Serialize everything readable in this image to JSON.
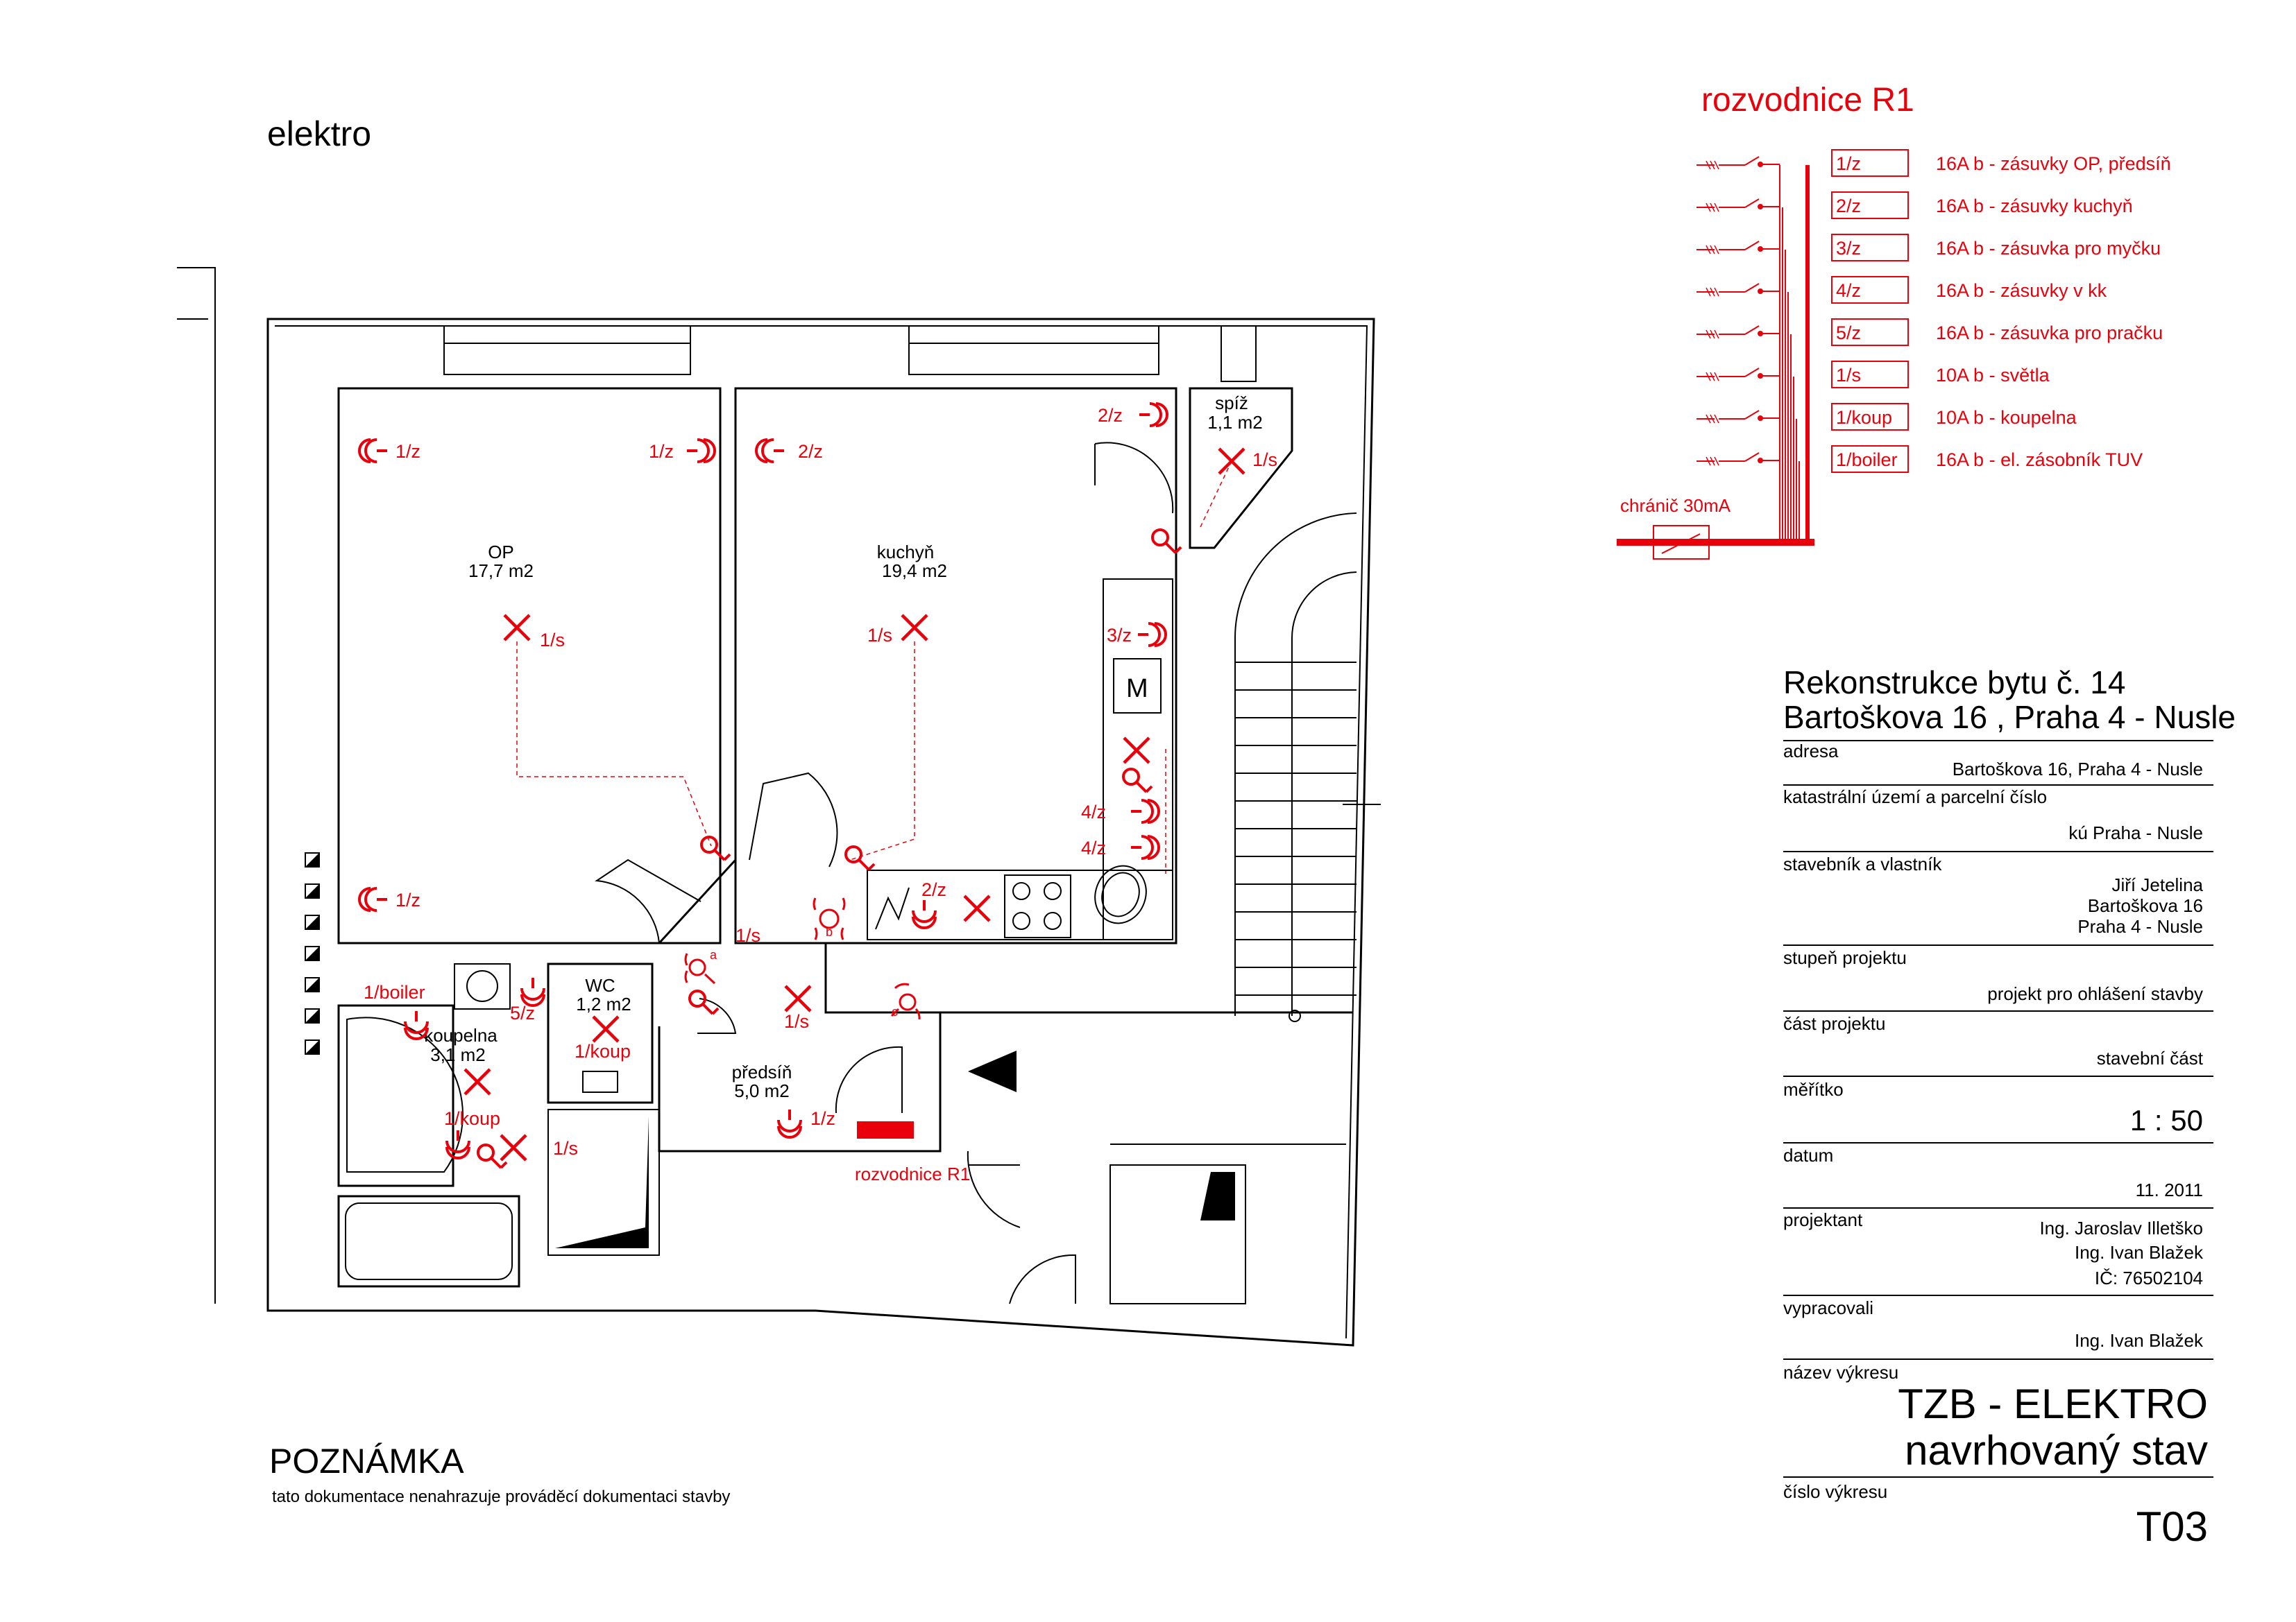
{
  "sheet_title": "elektro",
  "colors": {
    "ink": "#000000",
    "electro": "#e8000b"
  },
  "panel": {
    "title": "rozvodnice R1",
    "circuits": [
      {
        "code": "1/z",
        "desc": "16A b - zásuvky OP, předsíň"
      },
      {
        "code": "2/z",
        "desc": "16A b - zásuvky kuchyň"
      },
      {
        "code": "3/z",
        "desc": "16A b - zásuvka pro myčku"
      },
      {
        "code": "4/z",
        "desc": "16A b - zásuvky v kk"
      },
      {
        "code": "5/z",
        "desc": "16A b - zásuvka pro pračku"
      },
      {
        "code": "1/s",
        "desc": "10A b - světla"
      },
      {
        "code": "1/koup",
        "desc": "10A b - koupelna"
      },
      {
        "code": "1/boiler",
        "desc": "16A b - el. zásobník TUV"
      }
    ],
    "rcd": "chránič 30mA"
  },
  "rooms": [
    {
      "name": "OP",
      "area": "17,7 m2"
    },
    {
      "name": "kuchyň",
      "area": "19,4 m2"
    },
    {
      "name": "spíž",
      "area": "1,1 m2"
    },
    {
      "name": "WC",
      "area": "1,2 m2"
    },
    {
      "name": "koupelna",
      "area": "3,1 m2"
    },
    {
      "name": "předsíň",
      "area": "5,0 m2"
    }
  ],
  "plan_labels": {
    "op_socket_a": "1/z",
    "op_socket_b": "1/z",
    "op_socket_c": "1/z",
    "op_light": "1/s",
    "kitchen_socket_a": "2/z",
    "kitchen_socket_b": "2/z",
    "kitchen_socket_c": "2/z",
    "kitchen_socket_d": "3/z",
    "kitchen_socket_e": "4/z",
    "kitchen_socket_f": "4/z",
    "kitchen_light": "1/s",
    "pantry_light": "1/s",
    "microwave": "M",
    "hall_light_a": "1/s",
    "hall_light_b": "1/s",
    "hall_socket": "1/z",
    "bath_boiler": "1/boiler",
    "bath_washer": "5/z",
    "bath_socket": "1/koup",
    "wc_socket": "1/koup",
    "wc_light": "1/s",
    "switch_a": "a",
    "switch_b": "b",
    "switch_c": "c",
    "panel_label": "rozvodnice R1"
  },
  "title_block": {
    "project_line1": "Rekonstrukce bytu č. 14",
    "project_line2": "Bartoškova 16 , Praha 4 - Nusle",
    "address_label": "adresa",
    "address_value": "Bartoškova 16, Praha 4 - Nusle",
    "cadastral_label": "katastrální území a parcelní číslo",
    "cadastral_value": "kú Praha - Nusle",
    "owner_label": "stavebník a vlastník",
    "owner_line1": "Jiří Jetelina",
    "owner_line2": "Bartoškova 16",
    "owner_line3": "Praha 4 - Nusle",
    "stage_label": "stupeň projektu",
    "stage_value": "projekt pro ohlášení stavby",
    "part_label": "část projektu",
    "part_value": "stavební část",
    "scale_label": "měřítko",
    "scale_value": "1 : 50",
    "date_label": "datum",
    "date_value": "11. 2011",
    "designer_label": "projektant",
    "designer_line1": "Ing. Jaroslav Illetško",
    "designer_line2": "Ing. Ivan Blažek",
    "designer_line3": "IČ: 76502104",
    "prepared_label": "vypracovali",
    "prepared_value": "Ing. Ivan Blažek",
    "drawing_name_label": "název výkresu",
    "drawing_name_line1": "TZB - ELEKTRO",
    "drawing_name_line2": "navrhovaný stav",
    "drawing_no_label": "číslo výkresu",
    "drawing_no_value": "T03"
  },
  "note": {
    "title": "POZNÁMKA",
    "text": "tato dokumentace nenahrazuje prováděcí dokumentaci stavby"
  }
}
